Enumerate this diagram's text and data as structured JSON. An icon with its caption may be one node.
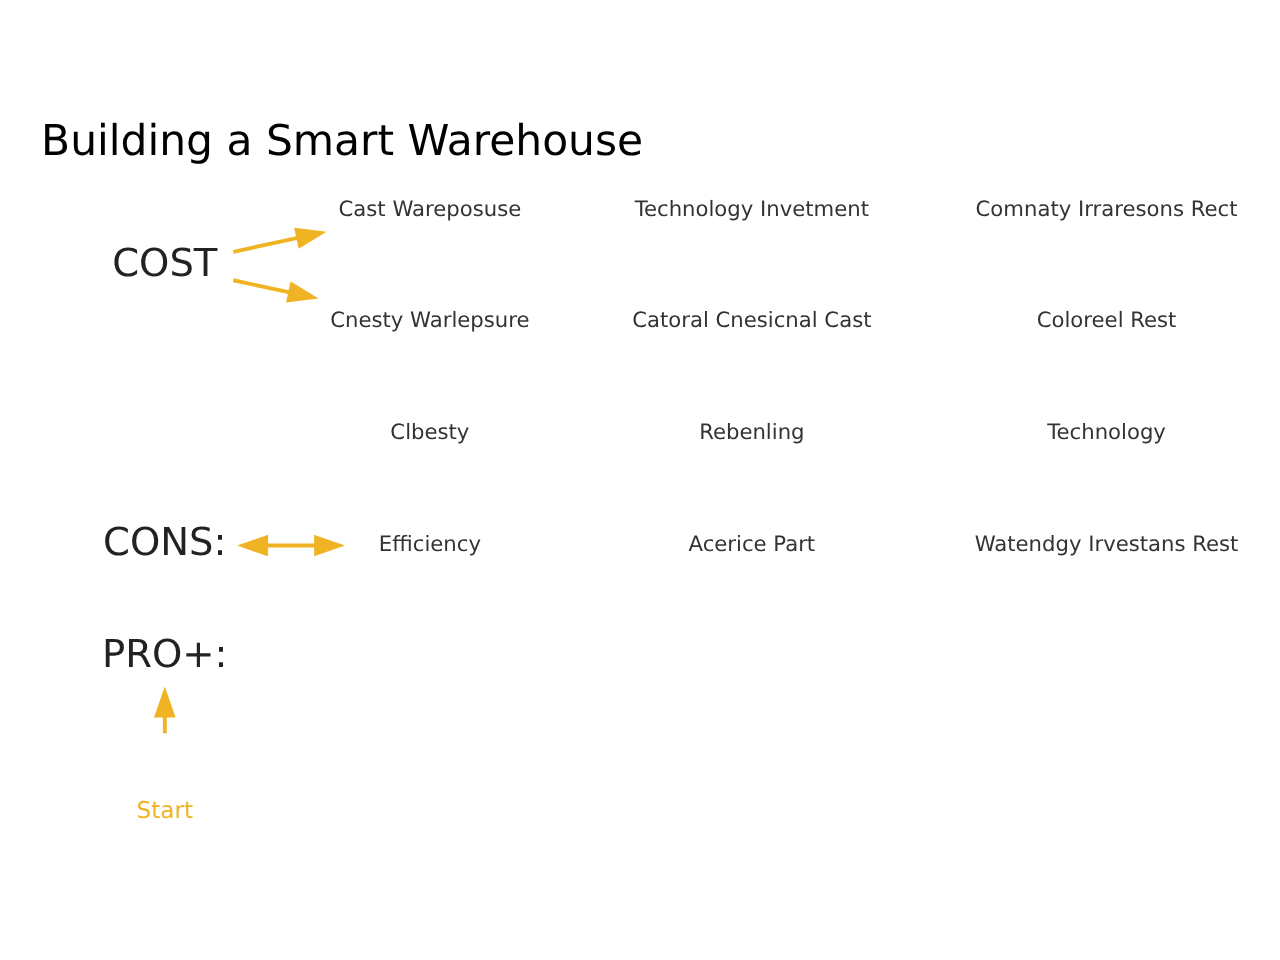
{
  "diagram": {
    "title": "Building a Smart Warehouse",
    "nodes": [
      {
        "text": [
          "COST"
        ]
      },
      {
        "text": [
          "Cast Wareposuse"
        ]
      },
      {
        "text": [
          "Technology Invetment"
        ]
      },
      {
        "text": [
          "Comnaty Irraresons Rect"
        ]
      },
      {
        "text": [
          "Clbesty"
        ]
      },
      {
        "text": [
          "Rebenling"
        ]
      },
      {
        "text": [
          "Technology"
        ]
      },
      {
        "text": [
          "Cnesty Warlepsure"
        ]
      },
      {
        "text": [
          "Catoral Cnesicnal Cast"
        ]
      },
      {
        "text": [
          "Coloreel Rest"
        ]
      },
      {
        "text": [
          "PRO+:"
        ]
      },
      {
        "text": [
          "CONS:"
        ]
      },
      {
        "text": [
          "Efficiency"
        ]
      },
      {
        "text": [
          "Acerice Part"
        ]
      },
      {
        "text": [
          "Watendgy Irvestans Rest"
        ]
      }
    ],
    "edges": [
      {
        "from": 0,
        "to": 1,
        "arrow": "to"
      },
      {
        "from": 0,
        "to": 7,
        "arrow": "to"
      },
      {
        "from": null,
        "to": 10,
        "arrow": "to"
      },
      {
        "from": 11,
        "to": 12,
        "arrow": "both"
      }
    ],
    "labels": [
      "Start"
    ]
  }
}
